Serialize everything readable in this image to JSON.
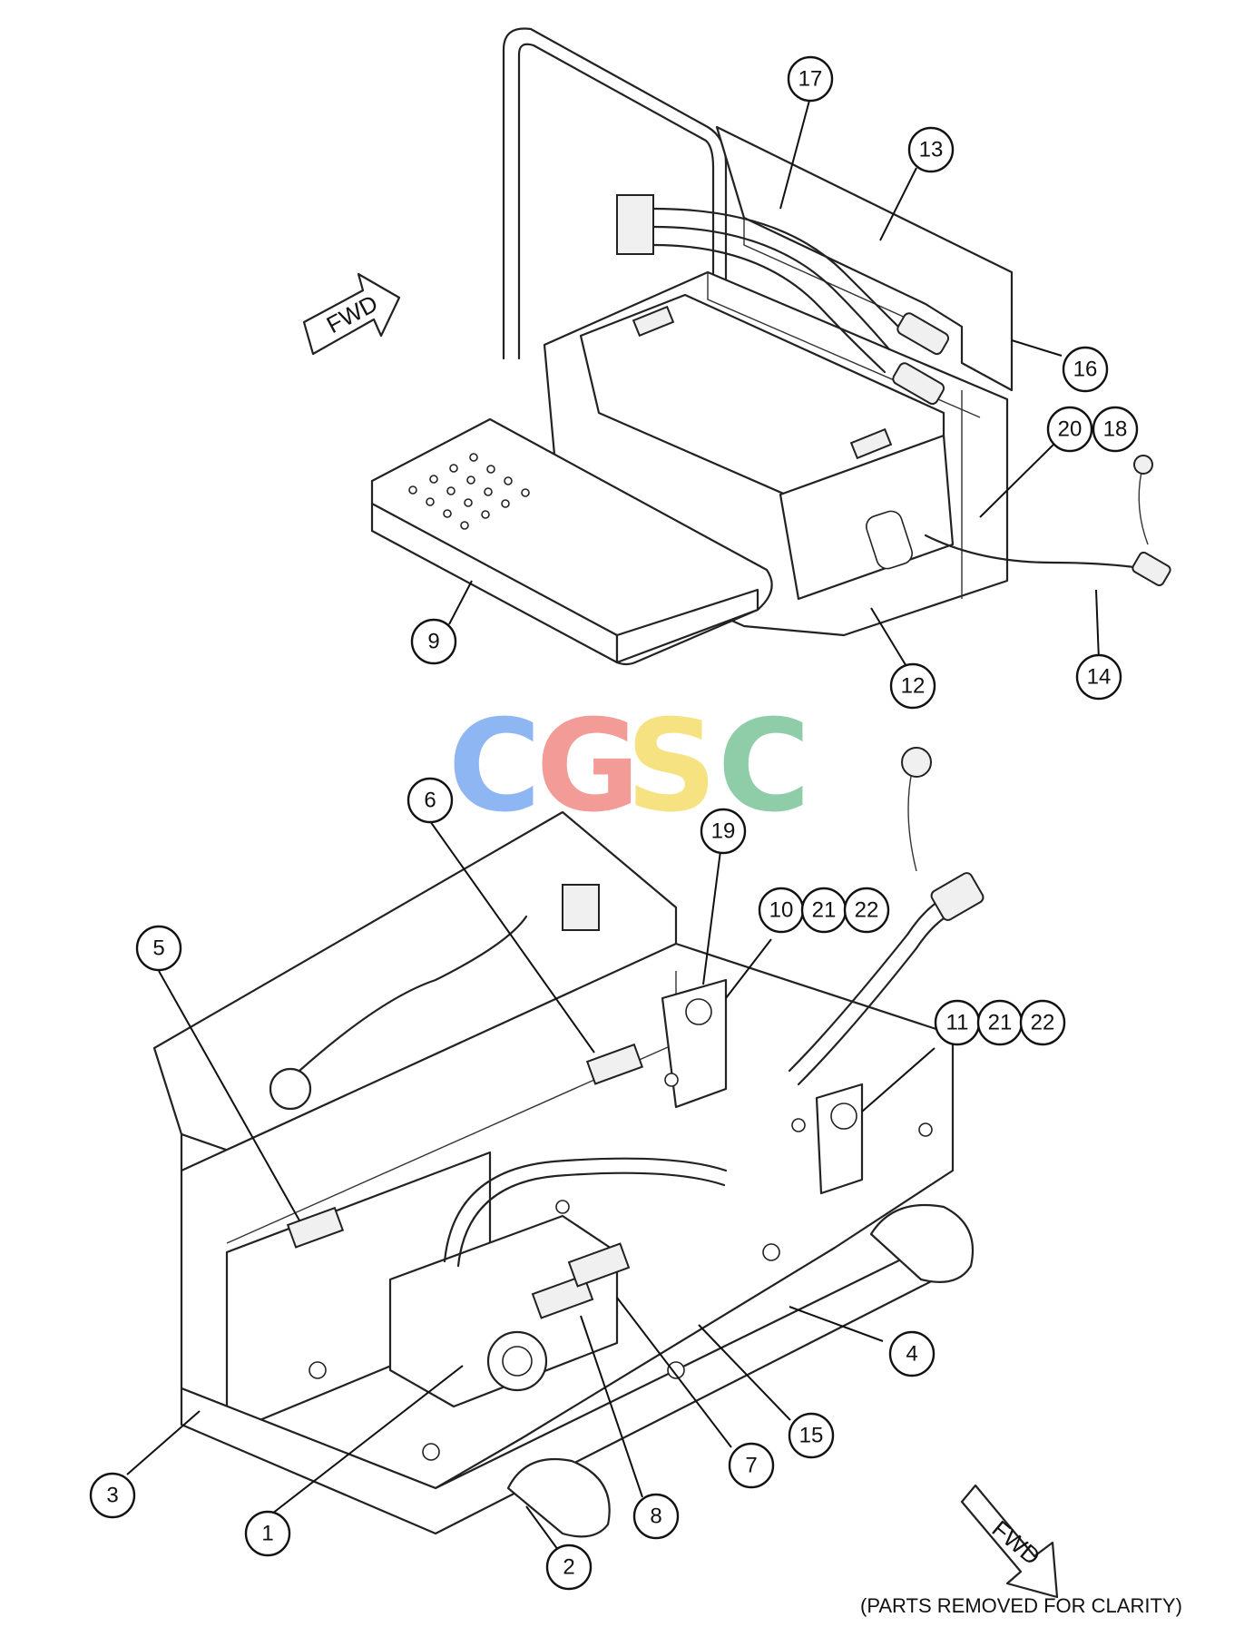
{
  "watermark": {
    "letters": [
      {
        "char": "C",
        "color": "#7aaaf0"
      },
      {
        "char": "G",
        "color": "#f08a86"
      },
      {
        "char": "S",
        "color": "#f5dd6a"
      },
      {
        "char": "C",
        "color": "#7cc49a"
      }
    ]
  },
  "fwd_arrows": [
    {
      "label": "FWD"
    },
    {
      "label": "FWD"
    }
  ],
  "callouts": [
    "17",
    "13",
    "16",
    "20",
    "18",
    "9",
    "12",
    "14",
    "6",
    "19",
    "10",
    "21",
    "22",
    "5",
    "11",
    "21",
    "22",
    "4",
    "15",
    "7",
    "8",
    "3",
    "1",
    "2"
  ],
  "footnote": "(PARTS REMOVED FOR CLARITY)"
}
